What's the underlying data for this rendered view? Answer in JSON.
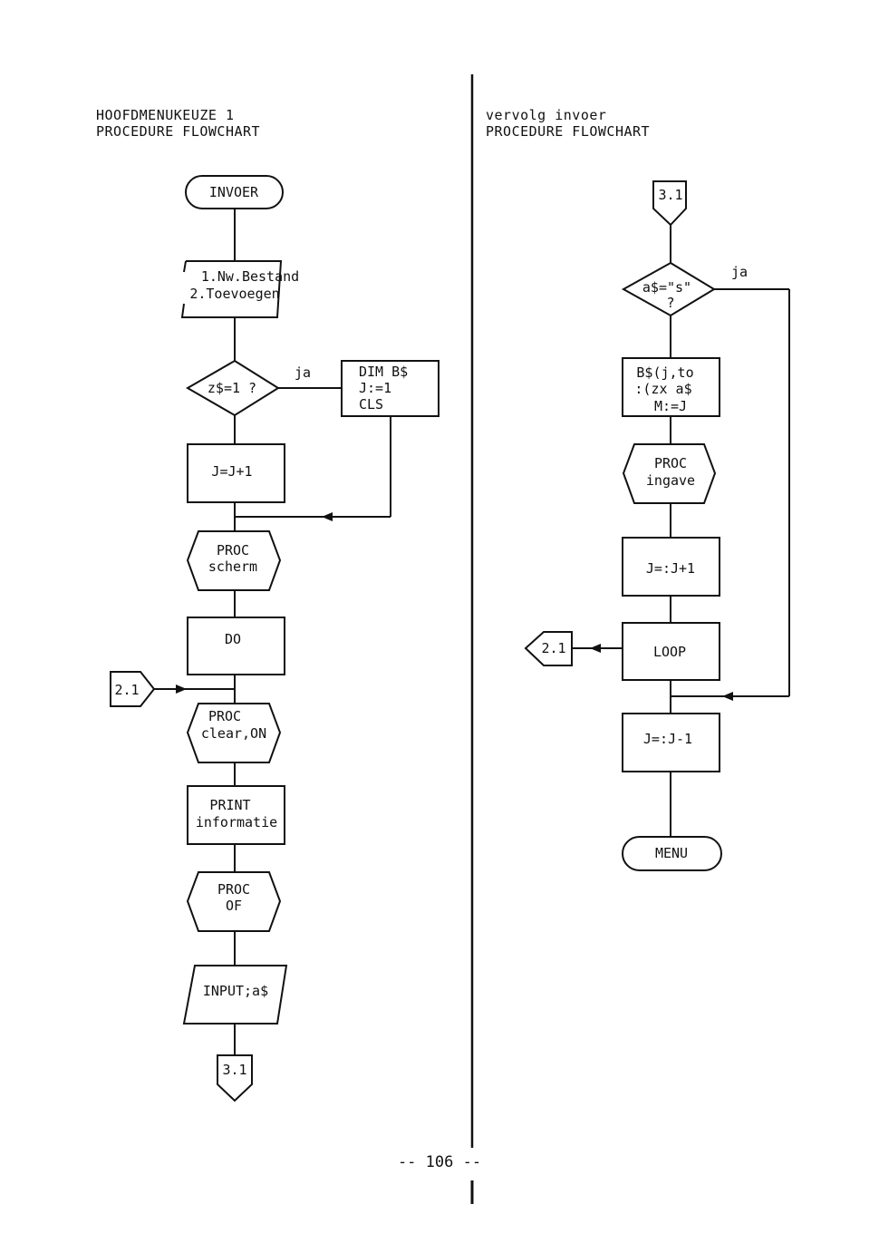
{
  "left": {
    "header": [
      "HOOFDMENUKEUZE 1",
      "PROCEDURE FLOWCHART"
    ],
    "invoer": "INVOER",
    "input_menu": [
      "1.Nw.Bestand",
      "2.Toevoegen"
    ],
    "decision": "z$=1 ?",
    "decision_yes": "ja",
    "dim_box": [
      "DIM B$",
      "J:=1",
      "CLS"
    ],
    "inc": "J=J+1",
    "proc_scherm": [
      "PROC",
      "scherm"
    ],
    "do": "DO",
    "connector_in": "2.1",
    "proc_clear": [
      "PROC",
      "clear,ON"
    ],
    "print_box": [
      "PRINT",
      "informatie"
    ],
    "proc_of": [
      "PROC",
      "OF"
    ],
    "input_a": "INPUT;a$",
    "connector_out": "3.1"
  },
  "right": {
    "header": [
      "vervolg invoer",
      "PROCEDURE FLOWCHART"
    ],
    "connector_in": "3.1",
    "decision": [
      "a$=\"s\"",
      "?"
    ],
    "decision_yes": "ja",
    "assign_box": [
      "B$(j,to",
      ":(zx  a$",
      "M:=J"
    ],
    "proc_ingave": [
      "PROC",
      "ingave"
    ],
    "inc": "J=:J+1",
    "loop": "LOOP",
    "connector_out": "2.1",
    "dec": "J=:J-1",
    "menu": "MENU"
  },
  "page_number": "-- 106 --"
}
